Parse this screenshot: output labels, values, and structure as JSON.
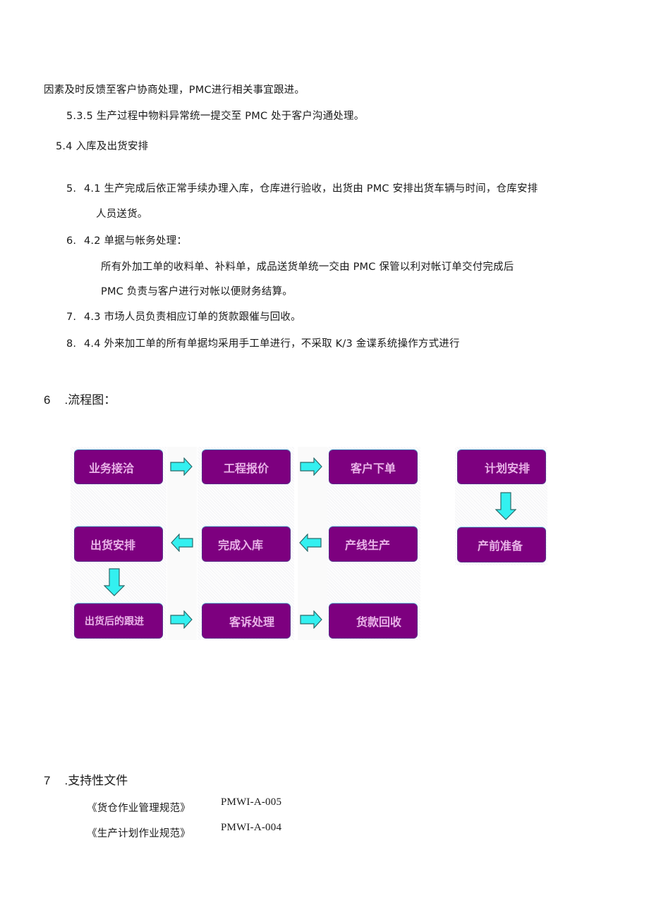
{
  "body": {
    "lines": [
      "因素及时反馈至客户协商处理，PMC进行相关事宜跟进。",
      "5.3.5 生产过程中物料异常统一提交至 PMC 处于客户沟通处理。",
      "5.4 入库及出货安排"
    ],
    "list": [
      {
        "num": "5.",
        "text": "4.1 生产完成后依正常手续办理入库，仓库进行验收，出货由 PMC 安排出货车辆与时间，仓库安排",
        "cont": [
          "人员送货。"
        ]
      },
      {
        "num": "6.",
        "text": "4.2 单据与帐务处理：",
        "cont": [
          "所有外加工单的收料单、补料单，成品送货单统一交由 PMC 保管以利对帐订单交付完成后",
          "PMC 负责与客户进行对帐以便财务结算。"
        ]
      },
      {
        "num": "7.",
        "text": "4.3 市场人员负责相应订单的货款跟催与回收。",
        "cont": []
      },
      {
        "num": "8.",
        "text": "4.4 外来加工单的所有单据均采用手工单进行，不采取 K/3 金谍系统操作方式进行",
        "cont": []
      }
    ]
  },
  "section6": {
    "number": "6",
    "title": ".流程图："
  },
  "flowchart": {
    "colors": {
      "box_fill": "#7d007f",
      "box_text": "#e9b3e8",
      "arrow_fill": "#33f0f0",
      "arrow_stroke": "#2a6a6a"
    },
    "nodes": {
      "business": "业务接洽",
      "quote": "工程报价",
      "order": "客户下单",
      "plan": "计划安排",
      "prep": "产前准备",
      "production": "产线生产",
      "warehouse": "完成入库",
      "shipping": "出货安排",
      "followup": "出货后的跟进",
      "complaint": "客诉处理",
      "payment": "货款回收"
    }
  },
  "section7": {
    "number": "7",
    "title": ".支持性文件",
    "documents": [
      {
        "title": "《货仓作业管理规范》",
        "code": "PMWI-A-005"
      },
      {
        "title": "《生产计划作业规范》",
        "code": "PMWI-A-004"
      }
    ]
  }
}
